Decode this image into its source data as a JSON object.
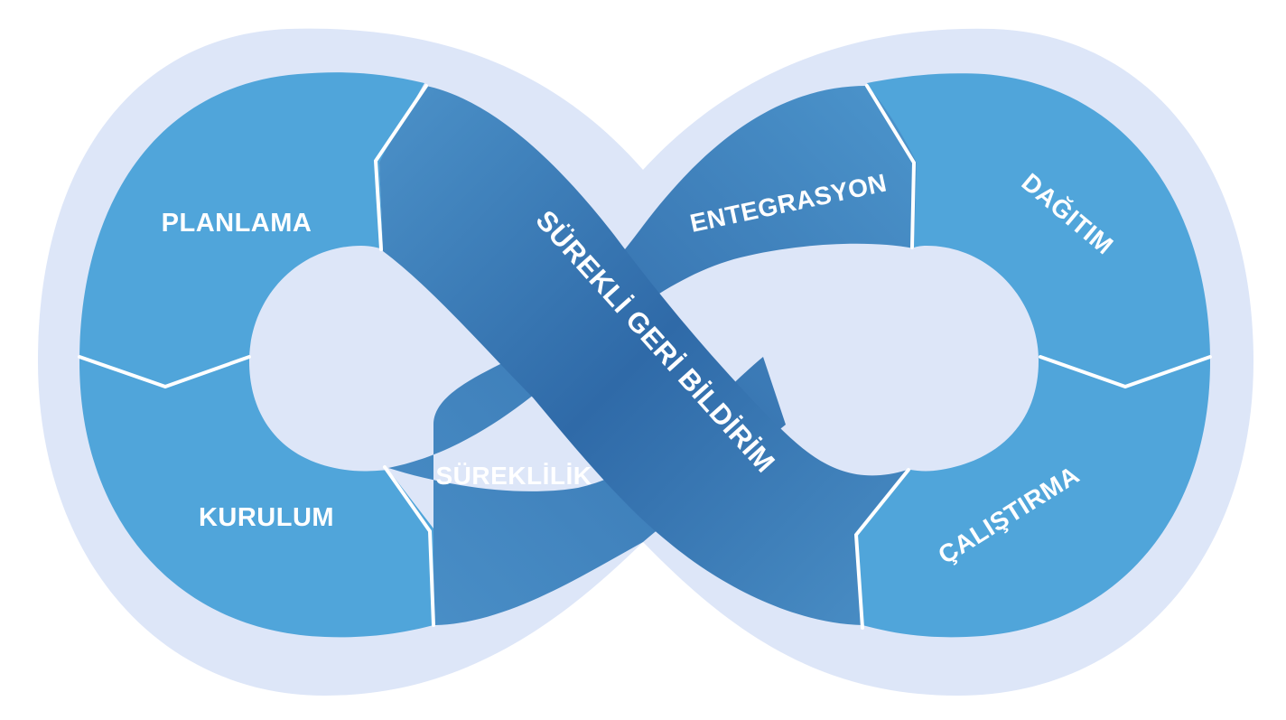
{
  "diagram": {
    "center_band_label": "SÜREKLİ GERİ BİLDİRİM",
    "segments": {
      "planning": "PLANLAMA",
      "setup": "KURULUM",
      "continuity": "SÜREKLİLİK",
      "integration": "ENTEGRASYON",
      "deployment": "DAĞITIM",
      "operation": "ÇALIŞTIRMA"
    }
  },
  "colors": {
    "halo": "#dde6f8",
    "segment_fill": "#50a5da",
    "band_fill": "#3576b2",
    "divider": "#ffffff",
    "text": "#ffffff"
  }
}
